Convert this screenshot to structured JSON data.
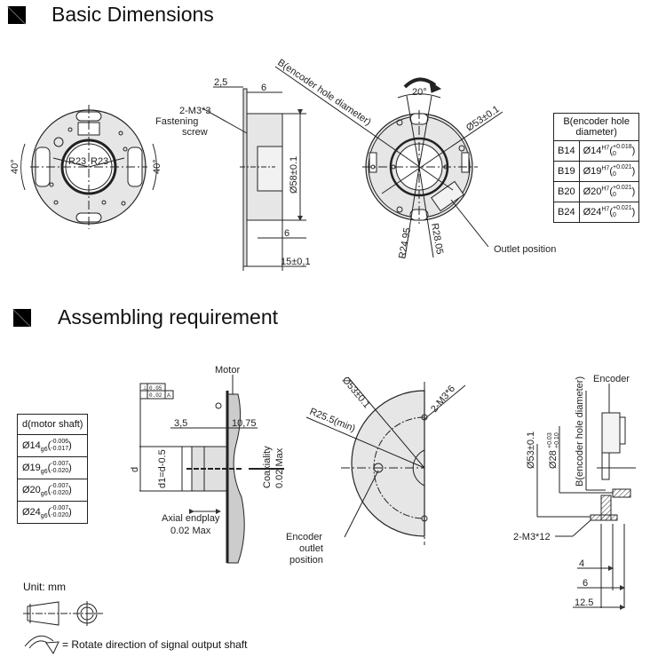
{
  "sections": {
    "basic": {
      "title": "Basic Dimensions"
    },
    "assembling": {
      "title": "Assembling requirement"
    }
  },
  "basic_front": {
    "angle_left": "40°",
    "angle_right": "40°",
    "radius_left": "R23",
    "radius_right": "R23"
  },
  "basic_side": {
    "dim_top_left": "2,5",
    "dim_top_right": "6",
    "screw_label_1": "2-M3*3",
    "screw_label_2": "Fastening",
    "screw_label_3": "screw",
    "diameter": "Ø58±0.1",
    "dim_bottom_6": "6",
    "dim_length": "15±0,1"
  },
  "basic_rear": {
    "b_label": "B(encoder hole diameter)",
    "angle": "20°",
    "diameter": "Ø53±0.1",
    "r1": "R24.95",
    "r2": "R28.05",
    "outlet": "Outlet position"
  },
  "encoder_table": {
    "header_1": "B(encoder hole",
    "header_2": "diameter)",
    "rows": [
      {
        "code": "B14",
        "dia": "Ø14",
        "fit": "H7",
        "upper": "+0.018",
        "lower": "0"
      },
      {
        "code": "B19",
        "dia": "Ø19",
        "fit": "H7",
        "upper": "+0.021",
        "lower": "0"
      },
      {
        "code": "B20",
        "dia": "Ø20",
        "fit": "H7",
        "upper": "+0.021",
        "lower": "0"
      },
      {
        "code": "B24",
        "dia": "Ø24",
        "fit": "H7",
        "upper": "+0.021",
        "lower": "0"
      }
    ]
  },
  "motor_table": {
    "header": "d(motor shaft)",
    "rows": [
      {
        "dia": "Ø14",
        "fit": "g6",
        "upper": "-0.006",
        "lower": "-0.017"
      },
      {
        "dia": "Ø19",
        "fit": "g6",
        "upper": "-0.007",
        "lower": "-0.020"
      },
      {
        "dia": "Ø20",
        "fit": "g6",
        "upper": "-0.007",
        "lower": "-0.020"
      },
      {
        "dia": "Ø24",
        "fit": "g6",
        "upper": "-0.007",
        "lower": "-0.020"
      }
    ]
  },
  "motor_view": {
    "motor": "Motor",
    "tol_perp": "0.05",
    "tol_runout": "0.02",
    "datum": "A",
    "dim_35": "3,5",
    "dim_1075": "10,75",
    "d": "d",
    "d1": "d1=d-0.5",
    "coax_1": "Coaxiality",
    "coax_2": "0.02 Max",
    "endplay_1": "Axial endplay",
    "endplay_2": "0.02 Max"
  },
  "flange_view": {
    "diameter": "Ø53±0.1",
    "screws": "2-M3*6",
    "radius": "R25.5(min)",
    "outlet_1": "Encoder",
    "outlet_2": "outlet",
    "outlet_3": "position"
  },
  "assembly_side": {
    "encoder": "Encoder",
    "b_label": "B(encoder hole diameter)",
    "dia53": "Ø53±0.1",
    "dia28": "Ø28",
    "dia28_upper": "+0.03",
    "dia28_lower": "+0.10",
    "screws": "2-M3*12",
    "dim_4": "4",
    "dim_6": "6",
    "dim_125": "12.5"
  },
  "legend": {
    "unit": "Unit: mm",
    "rotate": "= Rotate direction of signal output shaft"
  }
}
